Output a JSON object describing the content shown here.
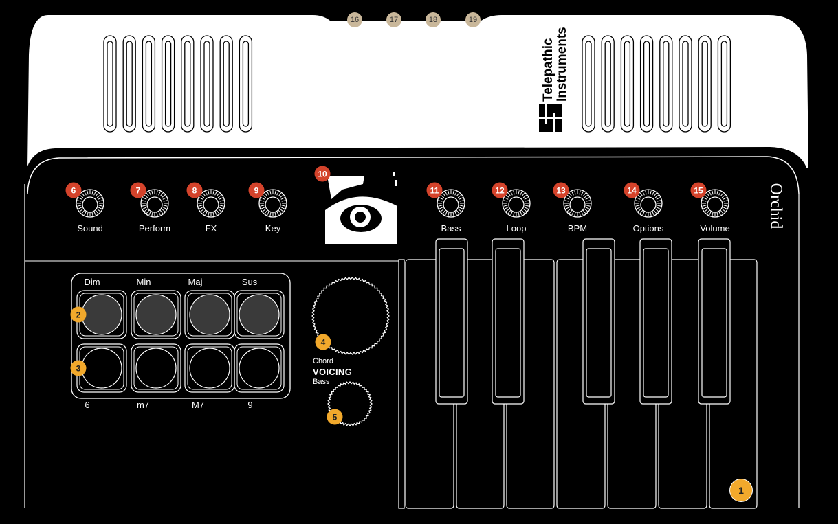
{
  "colors": {
    "background": "#000000",
    "body_top": "#ffffff",
    "red_badge": "#d4432b",
    "yellow_badge": "#f2a92c",
    "top_badge": "#c9b79a",
    "pad_fill": "#3a3a3a"
  },
  "brand": {
    "line1": "Telepathic",
    "line2": "Instruments",
    "model": "Orchid"
  },
  "knobs": [
    {
      "num": "6",
      "label": "Sound"
    },
    {
      "num": "7",
      "label": "Perform"
    },
    {
      "num": "8",
      "label": "FX"
    },
    {
      "num": "9",
      "label": "Key"
    },
    {
      "num": "11",
      "label": "Bass"
    },
    {
      "num": "12",
      "label": "Loop"
    },
    {
      "num": "13",
      "label": "BPM"
    },
    {
      "num": "14",
      "label": "Options"
    },
    {
      "num": "15",
      "label": "Volume"
    }
  ],
  "display": {
    "num": "10"
  },
  "pads": {
    "top_labels": [
      "Dim",
      "Min",
      "Maj",
      "Sus"
    ],
    "bottom_labels": [
      "6",
      "m7",
      "M7",
      "9"
    ],
    "row1_num": "2",
    "row2_num": "3"
  },
  "voicing": {
    "chord": "Chord",
    "title": "VOICING",
    "bass": "Bass",
    "dial_num": "4",
    "small_dial_num": "5"
  },
  "keys_num": "1",
  "top_ports": [
    "16",
    "17",
    "18",
    "19"
  ]
}
